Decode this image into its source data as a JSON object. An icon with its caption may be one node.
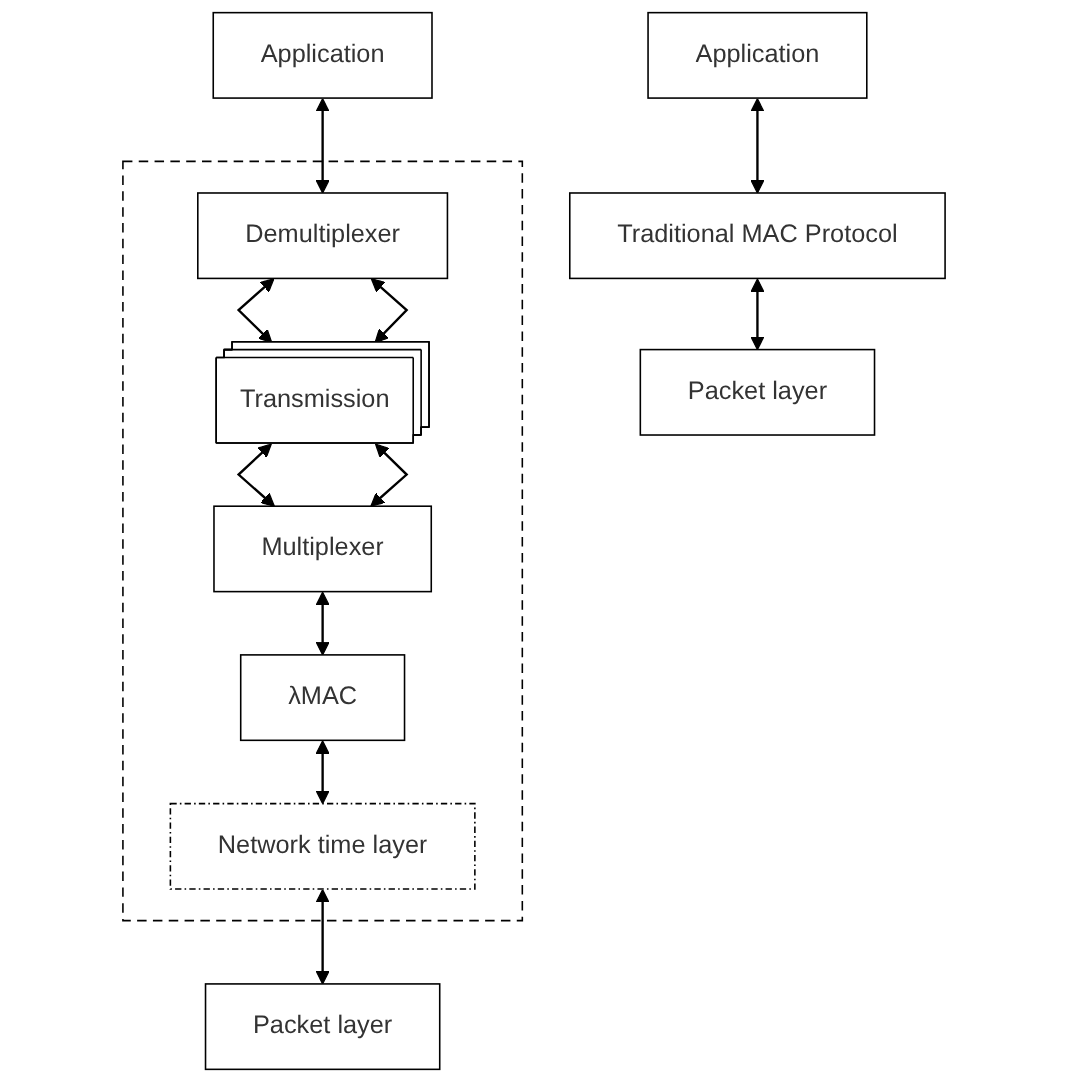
{
  "diagram": {
    "nodes": [
      {
        "text": [
          "Application"
        ]
      },
      {
        "text": [
          "Traditional MAC Protocol"
        ]
      },
      {
        "text": [
          "Packet layer"
        ]
      },
      {
        "text": [
          "Application"
        ]
      },
      {
        "text": [],
        "shape": "box"
      },
      {
        "text": [
          "Demultiplexer"
        ],
        "in": 4
      },
      {
        "text": [
          "Transmission"
        ],
        "in": 4
      },
      {
        "text": [
          "Multiplexer"
        ],
        "in": 4
      },
      {
        "text": [
          "λMAC"
        ],
        "in": 4
      },
      {
        "text": [
          "Network time layer"
        ],
        "in": 4
      },
      {
        "text": [
          "Packet layer"
        ]
      }
    ],
    "edges": [
      {
        "from": 0,
        "to": 1,
        "arrow": "both"
      },
      {
        "from": 1,
        "to": 2,
        "arrow": "both"
      },
      {
        "from": 3,
        "to": 5,
        "arrow": "both"
      },
      {
        "from": 5,
        "to": 6,
        "arrow": "both"
      },
      {
        "from": 5,
        "to": 6,
        "arrow": "both"
      },
      {
        "from": 6,
        "to": 7,
        "arrow": "both"
      },
      {
        "from": 6,
        "to": 7,
        "arrow": "both"
      },
      {
        "from": 7,
        "to": 8,
        "arrow": "both"
      },
      {
        "from": 8,
        "to": 9,
        "arrow": "both"
      },
      {
        "from": 9,
        "to": 10,
        "arrow": "both"
      }
    ]
  }
}
